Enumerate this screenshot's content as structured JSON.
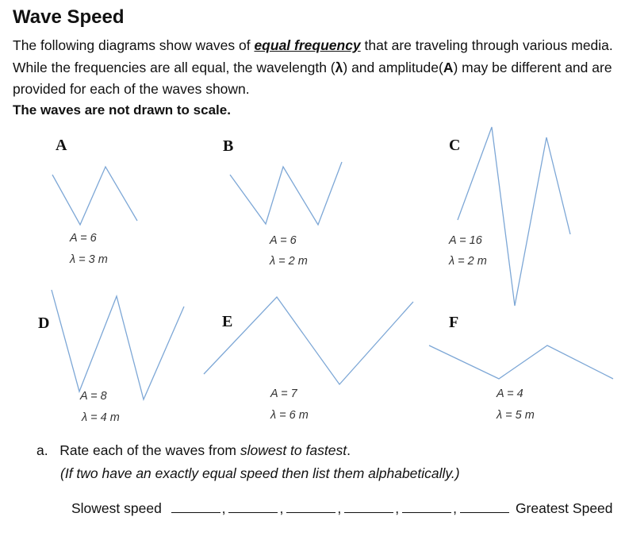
{
  "title": "Wave Speed",
  "intro": {
    "part1": "The following diagrams show waves of ",
    "emph": "equal frequency",
    "part2": " that are traveling through various media. While the frequencies are all equal, the wavelength (",
    "lambda": "λ",
    "part3": ") and amplitude(",
    "amp": "A",
    "part4": ") may be different and are provided for each of the waves shown."
  },
  "note": "The waves are not drawn to scale.",
  "waves": {
    "A": {
      "letter": "A",
      "amplitude": "A =  6",
      "wavelength": "λ = 3 m"
    },
    "B": {
      "letter": "B",
      "amplitude": "A =  6",
      "wavelength": "λ = 2 m"
    },
    "C": {
      "letter": "C",
      "amplitude": "A =  16",
      "wavelength": "λ = 2 m"
    },
    "D": {
      "letter": "D",
      "amplitude": "A =  8",
      "wavelength": "λ = 4 m"
    },
    "E": {
      "letter": "E",
      "amplitude": "A =  7",
      "wavelength": "λ = 6 m"
    },
    "F": {
      "letter": "F",
      "amplitude": "A =  4",
      "wavelength": "λ = 5 m"
    }
  },
  "question": {
    "label": "a.",
    "text_before": "Rate each of the waves from ",
    "text_italic": "slowest to fastest",
    "text_after": ".",
    "hint": "(If two have an exactly equal speed then list them alphabetically.)",
    "start_label": "Slowest speed",
    "end_label": "Greatest Speed",
    "separator": ","
  },
  "colors": {
    "wave_line": "#7da7d6"
  }
}
